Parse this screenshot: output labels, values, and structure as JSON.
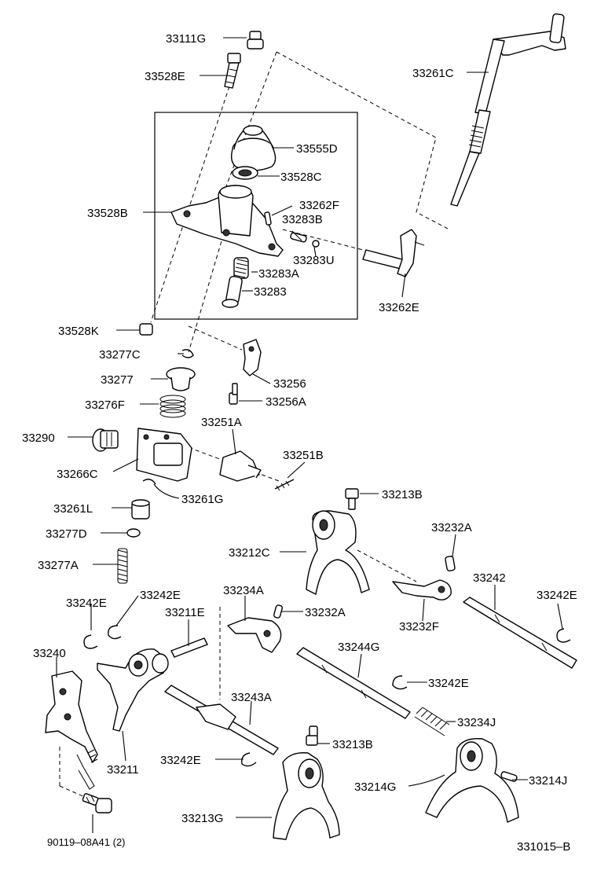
{
  "diagram_code": "331015–B",
  "labels": {
    "p33111G": "33111G",
    "p33528E": "33528E",
    "p33261C": "33261C",
    "p33555D": "33555D",
    "p33528C": "33528C",
    "p33528B": "33528B",
    "p33262F": "33262F",
    "p33283B": "33283B",
    "p33283U": "33283U",
    "p33283A": "33283A",
    "p33283": "33283",
    "p33262E": "33262E",
    "p33528K": "33528K",
    "p33277C": "33277C",
    "p33256": "33256",
    "p33277": "33277",
    "p33256A": "33256A",
    "p33276F": "33276F",
    "p33251A": "33251A",
    "p33290": "33290",
    "p33251B": "33251B",
    "p33266C": "33266C",
    "p33261G": "33261G",
    "p33261L": "33261L",
    "p33213B_top": "33213B",
    "p33277D": "33277D",
    "p33232A_top": "33232A",
    "p33212C": "33212C",
    "p33277A": "33277A",
    "p33242": "33242",
    "p33242E_a": "33242E",
    "p33242E_b": "33242E",
    "p33234A": "33234A",
    "p33242E_right": "33242E",
    "p33211E": "33211E",
    "p33232A_mid": "33232A",
    "p33232F": "33232F",
    "p33240": "33240",
    "p33244G": "33244G",
    "p33242E_mid": "33242E",
    "p33243A": "33243A",
    "p33234J": "33234J",
    "p33213B_bottom": "33213B",
    "p33211": "33211",
    "p33242E_bottom": "33242E",
    "p33214G": "33214G",
    "p33214J": "33214J",
    "p33213G": "33213G",
    "p90119": "90119–08A41 (2)"
  }
}
